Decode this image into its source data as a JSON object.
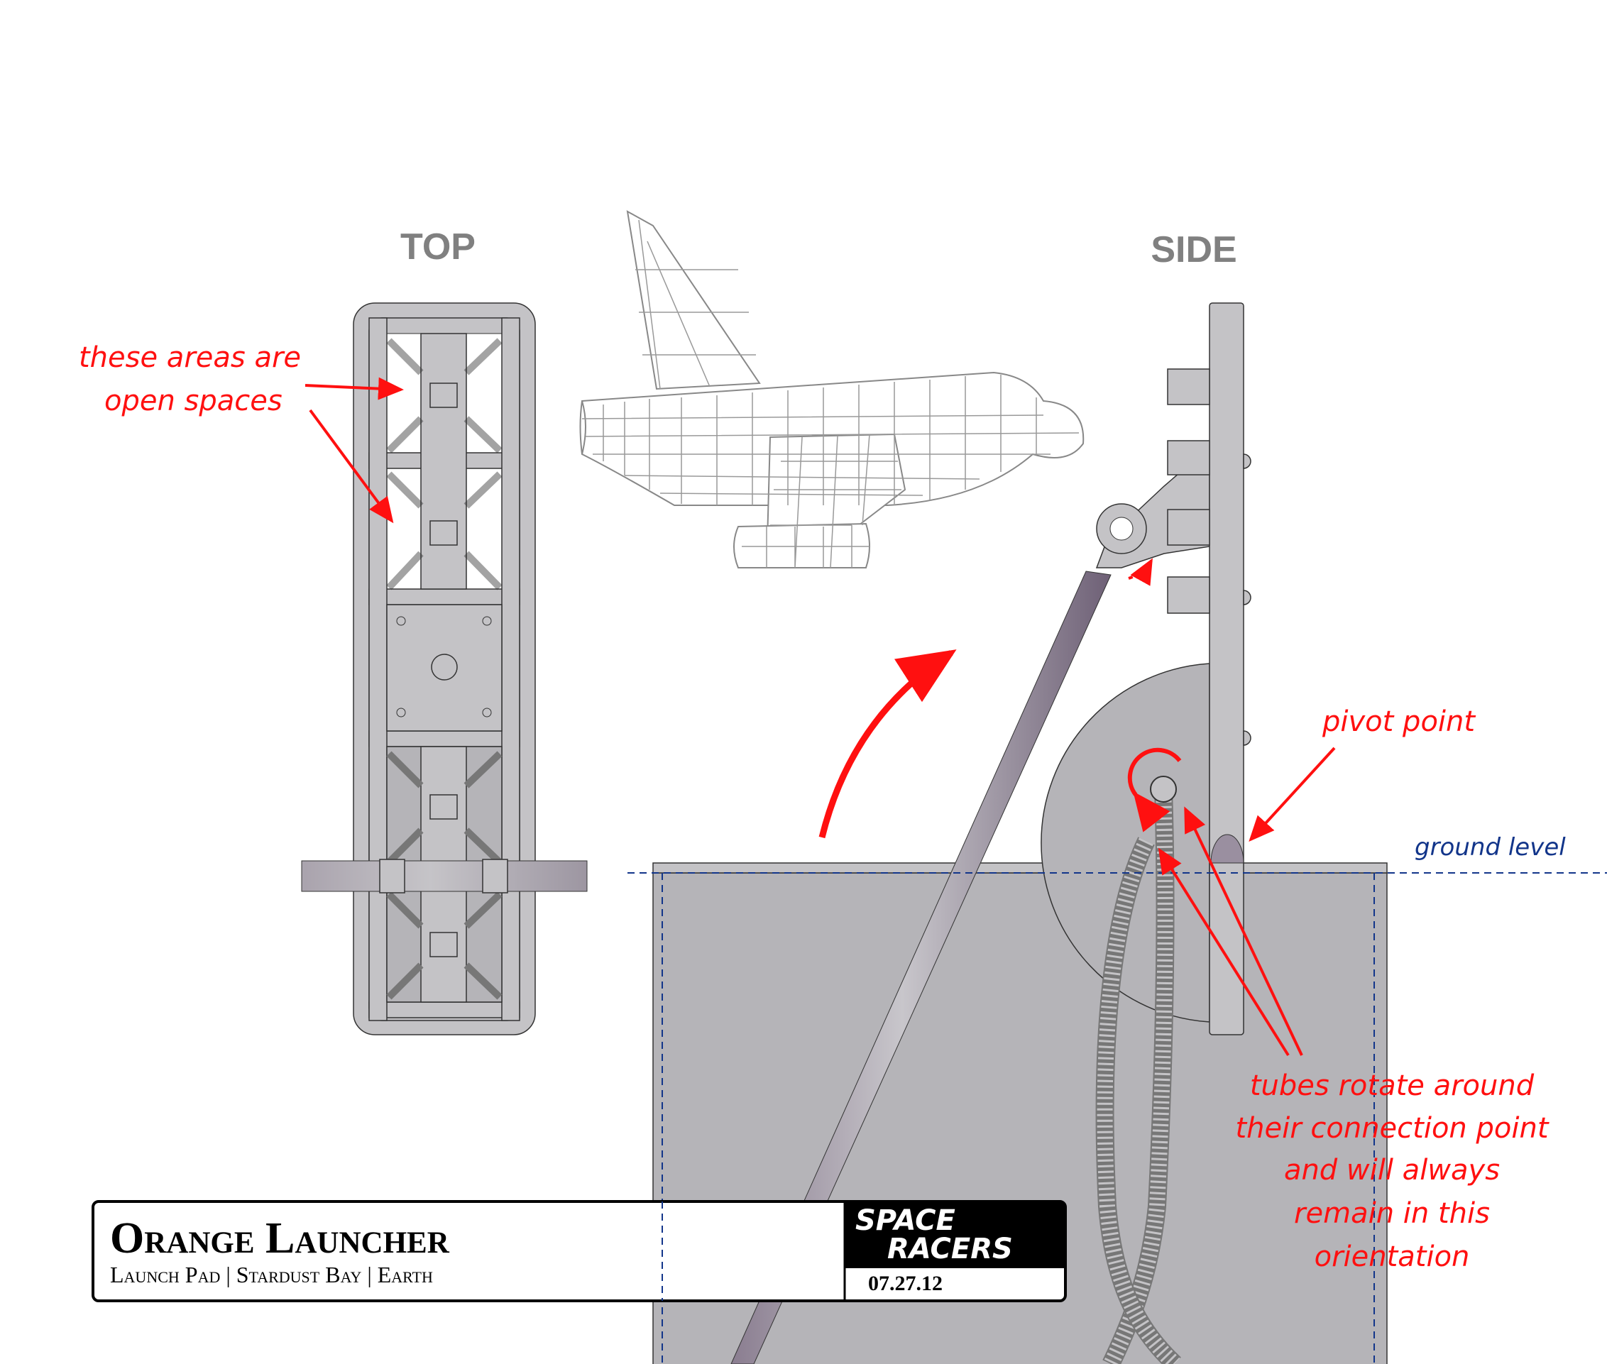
{
  "views": {
    "top_label": "TOP",
    "side_label": "SIDE"
  },
  "annotations": {
    "open_spaces_line1": "these areas are",
    "open_spaces_line2": "open spaces",
    "pivot_point": "pivot point",
    "ground_level": "ground level",
    "tubes_lines": [
      "tubes rotate around",
      "their connection point",
      "and will always",
      "remain in this",
      "orientation"
    ]
  },
  "title_block": {
    "title": "Orange Launcher",
    "subtitle": "Launch Pad | Stardust Bay | Earth",
    "logo_line1": "SPACE",
    "logo_line2": "RACERS",
    "date": "07.27.12"
  },
  "colors": {
    "annotation": "#ff1010",
    "ground_note": "#12358a",
    "metal": "#c4c3c6",
    "ground": "#b5b4b8"
  }
}
